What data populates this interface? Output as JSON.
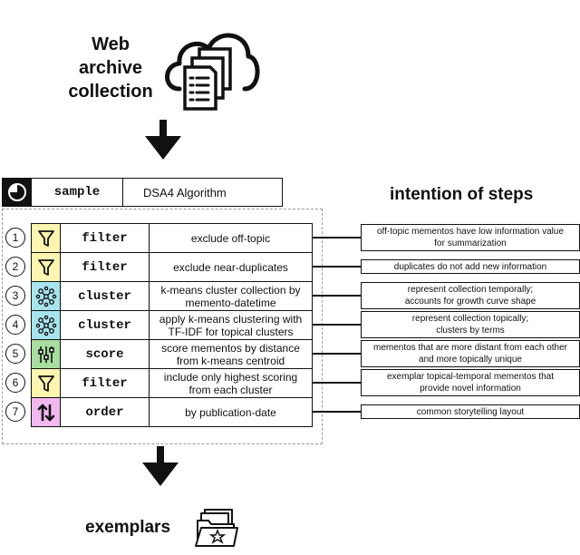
{
  "top_label": [
    "Web",
    "archive",
    "collection"
  ],
  "header": {
    "sample": "sample",
    "algorithm": "DSA4 Algorithm"
  },
  "intention_title": "intention of steps",
  "steps": [
    {
      "num": "1",
      "op": "filter",
      "icon": "filter-icon",
      "color": "#fef6b0",
      "desc": [
        "exclude off-topic"
      ],
      "intent": [
        "off-topic mementos have low information value",
        "for summarization"
      ]
    },
    {
      "num": "2",
      "op": "filter",
      "icon": "filter-icon",
      "color": "#fef6b0",
      "desc": [
        "exclude near-duplicates"
      ],
      "intent": [
        "duplicates do not add new information"
      ]
    },
    {
      "num": "3",
      "op": "cluster",
      "icon": "cluster-icon",
      "color": "#a8e4ee",
      "desc": [
        "k-means cluster collection by",
        "memento-datetime"
      ],
      "intent": [
        "represent collection temporally;",
        "accounts for growth curve shape"
      ]
    },
    {
      "num": "4",
      "op": "cluster",
      "icon": "cluster-icon",
      "color": "#a8e4ee",
      "desc": [
        "apply k-means clustering with",
        "TF-IDF for topical clusters"
      ],
      "intent": [
        "represent collection topically;",
        "clusters by terms"
      ]
    },
    {
      "num": "5",
      "op": "score",
      "icon": "sliders-icon",
      "color": "#a8dea0",
      "desc": [
        "score mementos by distance",
        "from k-means centroid"
      ],
      "intent": [
        "mementos that are more distant from each other",
        "and more topically unique"
      ]
    },
    {
      "num": "6",
      "op": "filter",
      "icon": "filter-icon",
      "color": "#fef6b0",
      "desc": [
        "include only highest scoring",
        "from each cluster"
      ],
      "intent": [
        "exemplar topical-temporal mementos that",
        "provide novel information"
      ]
    },
    {
      "num": "7",
      "op": "order",
      "icon": "sort-arrows-icon",
      "color": "#f2b8f0",
      "desc": [
        "by publication-date"
      ],
      "intent": [
        "common storytelling layout"
      ]
    }
  ],
  "bottom_label": "exemplars"
}
